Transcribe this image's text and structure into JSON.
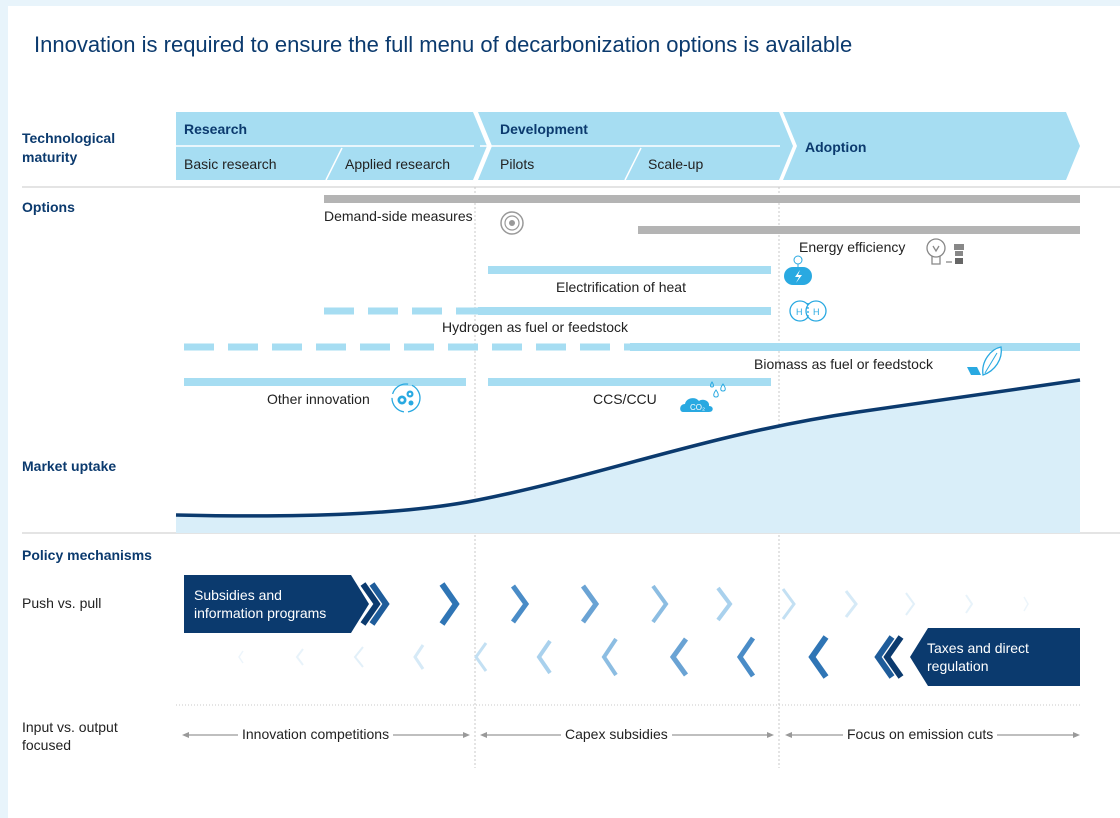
{
  "title": "Innovation is required to ensure the full menu of decarbonization options is available",
  "row_labels": {
    "tech_maturity": "Technological maturity",
    "options": "Options",
    "market_uptake": "Market uptake",
    "policy": "Policy mechanisms",
    "push_pull": "Push vs. pull",
    "input_output": "Input vs. output focused"
  },
  "stages": {
    "research": "Research",
    "basic_research": "Basic research",
    "applied_research": "Applied research",
    "development": "Development",
    "pilots": "Pilots",
    "scale_up": "Scale-up",
    "adoption": "Adoption"
  },
  "options": {
    "demand_side": "Demand-side measures",
    "energy_efficiency": "Energy efficiency",
    "electrification": "Electrification of heat",
    "hydrogen": "Hydrogen as fuel or feedstock",
    "biomass": "Biomass as fuel or feedstock",
    "other_innovation": "Other innovation",
    "ccs": "CCS/CCU"
  },
  "icons": {
    "demand_side": "dial-icon",
    "energy_efficiency": "lightbulb-icon",
    "electrification": "electric-tank-icon",
    "hydrogen": "hydrogen-molecule-icon",
    "biomass": "leaf-icon",
    "other_innovation": "gears-cycle-icon",
    "ccs": "co2-cloud-icon"
  },
  "push_box": "Subsidies and information programs",
  "pull_box": "Taxes and direct regulation",
  "focus": {
    "innovation_competitions": "Innovation competitions",
    "capex_subsidies": "Capex subsidies",
    "emission_cuts": "Focus on emission cuts"
  },
  "colors": {
    "navy": "#0b3a6e",
    "light_blue": "#a6ddf2",
    "pale_blue": "#d9eef9",
    "grey": "#b4b4b4",
    "icon_blue": "#29a9e1"
  }
}
